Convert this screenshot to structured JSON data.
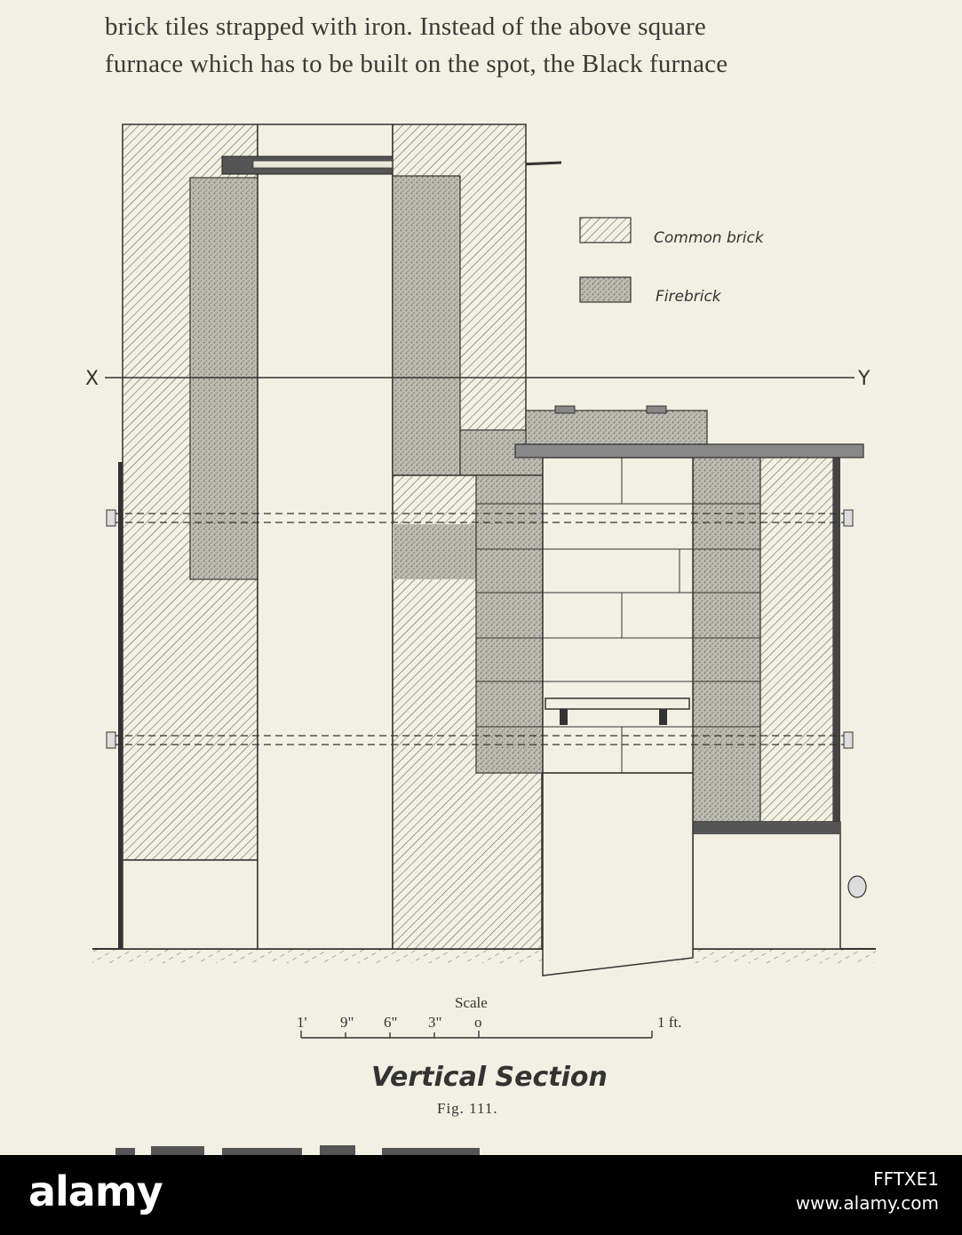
{
  "text": {
    "line1": "brick tiles strapped with iron.   Instead of the above square",
    "line2": "furnace which has to be built on the spot, the Black furnace"
  },
  "legend": {
    "common_brick": "Common brick",
    "firebrick": "Firebrick"
  },
  "section_markers": {
    "x": "X",
    "y": "Y"
  },
  "scale": {
    "title": "Scale",
    "ticks": [
      "1'",
      "9\"",
      "6\"",
      "3\"",
      "o",
      "1 ft."
    ]
  },
  "caption": {
    "title": "Vertical Section",
    "figure": "Fig. 111."
  },
  "footer": {
    "brand": "alamy",
    "image_id": "FFTXE1",
    "site": "www.alamy.com"
  },
  "colors": {
    "paper": "#f1f0e3",
    "ink": "#333333",
    "footer_bg": "#000000"
  }
}
